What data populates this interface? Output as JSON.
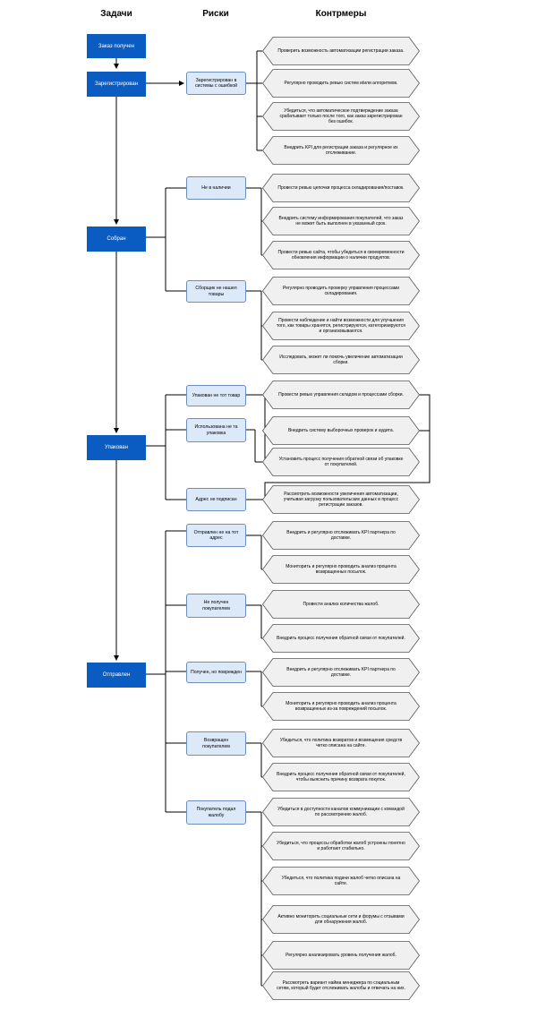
{
  "headers": {
    "tasks": "Задачи",
    "risks": "Риски",
    "countermeasures": "Контрмеры"
  },
  "tasks": [
    "Заказ получен",
    "Зарегистрирован",
    "Собран",
    "Упакован",
    "Отправлен"
  ],
  "risks": [
    "Зарегистрирован в системы с ошибкой",
    "Не в наличии",
    "Сборщик не нашел товары",
    "Упакован не тот товар",
    "Использована не та упаковка",
    "Адрес не подписан",
    "Отправлен не на тот адрес",
    "Не получен покупателем",
    "Получен, но поврежден",
    "Возвращен покупателем",
    "Покупатель подал жалобу"
  ],
  "countermeasures": [
    "Проверить возможность автоматизации регистрации заказа.",
    "Регулярно проводить ревью систем и/или алгоритмов.",
    "Убедиться, что автоматическое подтверждение заказа срабатывает только после того, как заказ зарегистрирован без ошибок.",
    "Внедрить KPI для регистрации заказа и регулярное их отслеживание.",
    "Провести ревью цепочки процесса складирования/поставок.",
    "Внедрить систему информирования покупателей, что заказ не может быть выполнен в указанный срок.",
    "Провести ревью сайта, чтобы убедиться в своевременности обновления информации о наличии продуктов.",
    "Регулярно проводить проверку управления процессами складирования.",
    "Провести наблюдение и найти возможности для улучшения того, как товары хранятся, регистрируются, категоризируются и организовываются.",
    "Исследовать, может ли помочь увеличение автоматизации сборки.",
    "Провести ревью управления складом и процессами сборки.",
    "Внедрить систему выборочных проверок и аудита.",
    "Установить процесс получения обратной связи об упаковке от покупателей.",
    "Рассмотреть возможности увеличения автоматизации, учитывая загрузку пользовательских данных в процесс регистрации заказов.",
    "Внедрить и регулярно отслеживать KPI партнера по доставке.",
    "Мониторить и регулярно проводить анализ процента возвращенных посылок.",
    "Провести анализ количества жалоб.",
    "Внедрить процесс получения обратной связи от покупателей.",
    "Внедрить и регулярно отслеживать KPI партнера по доставке.",
    "Мониторить и регулярно проводить анализ процента возвращенных из-за повреждений посылок.",
    "Убедиться, что политика возвратов и возмещения средств четко описана на сайте.",
    "Внедрить процесс получения обратной связи от покупателей, чтобы выяснить причину возврата покупок.",
    "Убедиться в доступности каналов коммуникации с командой по рассмотрению жалоб.",
    "Убедиться, что процессы обработки жалоб устроены понятно и работают стабильно.",
    "Убедиться, что политика подачи жалоб четко описана на сайте.",
    "Активно мониторить социальные сети и форумы с отзывами для обнаружения жалоб.",
    "Регулярно анализировать уровень получения жалоб.",
    "Рассмотреть вариант найма менеджера по социальным сетям, который будет отслеживать жалобы и отвечать на них."
  ]
}
